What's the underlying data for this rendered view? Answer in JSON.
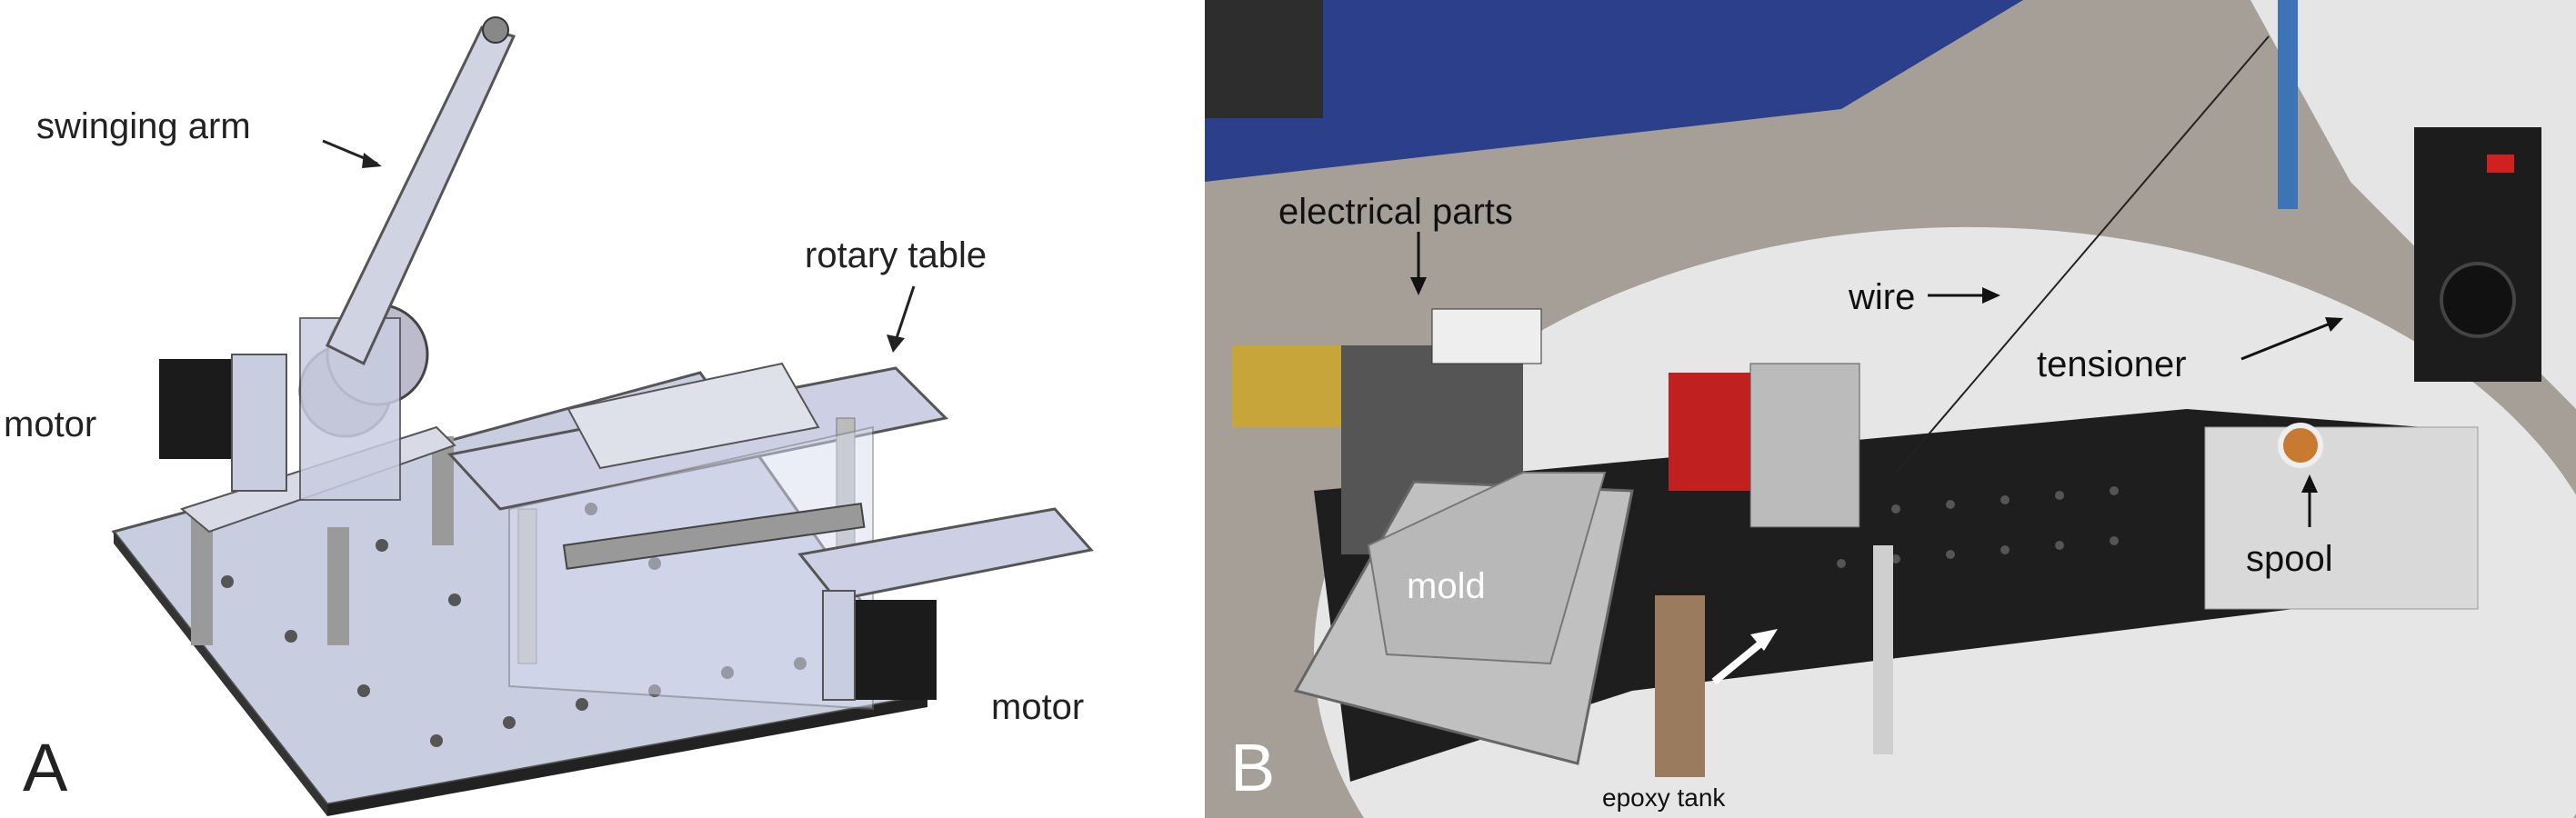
{
  "panel_a": {
    "letter": "A",
    "labels": {
      "swinging_arm": "swinging arm",
      "rotary_table": "rotary table",
      "motor_left": "motor",
      "motor_right": "motor"
    }
  },
  "panel_b": {
    "letter": "B",
    "labels": {
      "electrical_parts": "electrical parts",
      "wire": "wire",
      "tensioner": "tensioner",
      "mold": "mold",
      "spool": "spool",
      "epoxy_tank": "epoxy tank"
    }
  },
  "colors": {
    "plate": "#c9cde0",
    "floor": "#9a938c",
    "table_top": "#e6e6e6",
    "breadboard": "#1e1e1e",
    "accent_red": "#d02020"
  }
}
